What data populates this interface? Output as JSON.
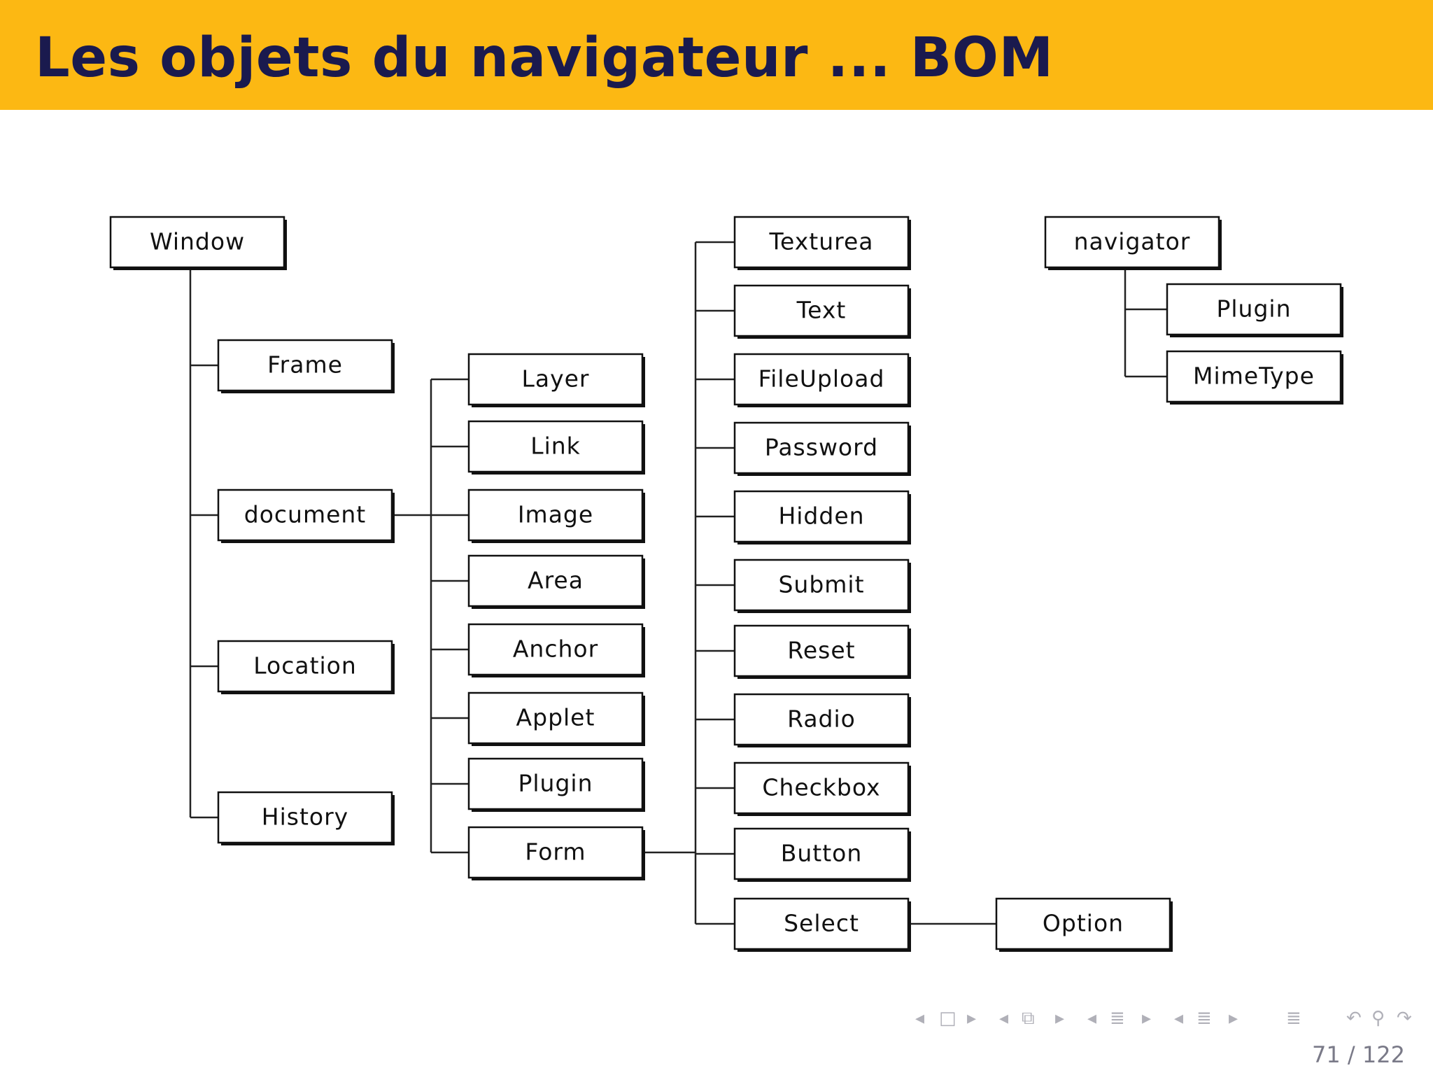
{
  "slide": {
    "title": "Les objets du navigateur ... BOM"
  },
  "diagram": {
    "nodes": {
      "window": "Window",
      "frame": "Frame",
      "document": "document",
      "location": "Location",
      "history": "History",
      "layer": "Layer",
      "link": "Link",
      "image": "Image",
      "area": "Area",
      "anchor": "Anchor",
      "applet": "Applet",
      "doc_plugin": "Plugin",
      "form": "Form",
      "texturea": "Texturea",
      "text": "Text",
      "fileupload": "FileUpload",
      "password": "Password",
      "hidden": "Hidden",
      "submit": "Submit",
      "reset": "Reset",
      "radio": "Radio",
      "checkbox": "Checkbox",
      "button": "Button",
      "select": "Select",
      "option": "Option",
      "navigator": "navigator",
      "nav_plugin": "Plugin",
      "mimetype": "MimeType"
    },
    "edges": [
      [
        "window",
        "frame"
      ],
      [
        "window",
        "document"
      ],
      [
        "window",
        "location"
      ],
      [
        "window",
        "history"
      ],
      [
        "document",
        "layer"
      ],
      [
        "document",
        "link"
      ],
      [
        "document",
        "image"
      ],
      [
        "document",
        "area"
      ],
      [
        "document",
        "anchor"
      ],
      [
        "document",
        "applet"
      ],
      [
        "document",
        "doc_plugin"
      ],
      [
        "document",
        "form"
      ],
      [
        "form",
        "texturea"
      ],
      [
        "form",
        "text"
      ],
      [
        "form",
        "fileupload"
      ],
      [
        "form",
        "password"
      ],
      [
        "form",
        "hidden"
      ],
      [
        "form",
        "submit"
      ],
      [
        "form",
        "reset"
      ],
      [
        "form",
        "radio"
      ],
      [
        "form",
        "checkbox"
      ],
      [
        "form",
        "button"
      ],
      [
        "form",
        "select"
      ],
      [
        "select",
        "option"
      ],
      [
        "navigator",
        "nav_plugin"
      ],
      [
        "navigator",
        "mimetype"
      ]
    ]
  },
  "footer": {
    "page_number": "71 / 122",
    "nav_icons": [
      "nav-prev-icon",
      "frame-icon",
      "nav-next-icon",
      "nav-prev-icon",
      "subsection-icon",
      "nav-next-icon",
      "nav-prev-icon",
      "section-icon",
      "nav-next-icon",
      "nav-prev-icon",
      "section-icon",
      "nav-next-icon",
      "toc-icon",
      "undo-icon",
      "search-icon",
      "redo-icon"
    ]
  },
  "colors": {
    "header_bg": "#fcb813",
    "title_text": "#1a1a4e",
    "line": "#222222"
  }
}
